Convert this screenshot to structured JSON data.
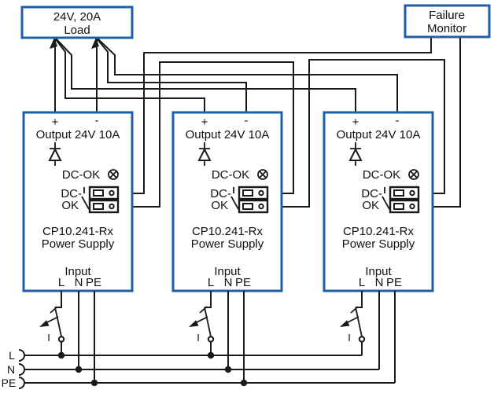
{
  "colors": {
    "accent": "#1f5fa8",
    "wire": "#1a1a1a",
    "background": "#ffffff"
  },
  "load_box": {
    "line1": "24V, 20A",
    "line2": "Load"
  },
  "failure_monitor_box": {
    "line1": "Failure",
    "line2": "Monitor"
  },
  "power_supplies": [
    {
      "plus": "+",
      "minus": "-",
      "output": "Output 24V 10A",
      "dc_ok_led_label": "DC-OK",
      "dc_ok_contact_line1": "DC-",
      "dc_ok_contact_line2": "OK",
      "model": "CP10.241-Rx",
      "device_type": "Power Supply",
      "input_label": "Input",
      "terminal_l": "L",
      "terminal_n": "N",
      "terminal_pe": "PE",
      "switch_position": "I"
    },
    {
      "plus": "+",
      "minus": "-",
      "output": "Output 24V 10A",
      "dc_ok_led_label": "DC-OK",
      "dc_ok_contact_line1": "DC-",
      "dc_ok_contact_line2": "OK",
      "model": "CP10.241-Rx",
      "device_type": "Power Supply",
      "input_label": "Input",
      "terminal_l": "L",
      "terminal_n": "N",
      "terminal_pe": "PE",
      "switch_position": "I"
    },
    {
      "plus": "+",
      "minus": "-",
      "output": "Output 24V 10A",
      "dc_ok_led_label": "DC-OK",
      "dc_ok_contact_line1": "DC-",
      "dc_ok_contact_line2": "OK",
      "model": "CP10.241-Rx",
      "device_type": "Power Supply",
      "input_label": "Input",
      "terminal_l": "L",
      "terminal_n": "N",
      "terminal_pe": "PE",
      "switch_position": "I"
    }
  ],
  "bus": {
    "l": "L",
    "n": "N",
    "pe": "PE"
  },
  "icons": {
    "dc_ok_led": "circled-x-indicator",
    "diode": "decoupling-diode",
    "breaker_switch": "disconnect-switch-with-trip-arrow",
    "load_arrow": "current-flow-arrowhead",
    "bus_terminal": "open-arc-supply-terminal",
    "relay_contact": "normally-open-contact"
  }
}
